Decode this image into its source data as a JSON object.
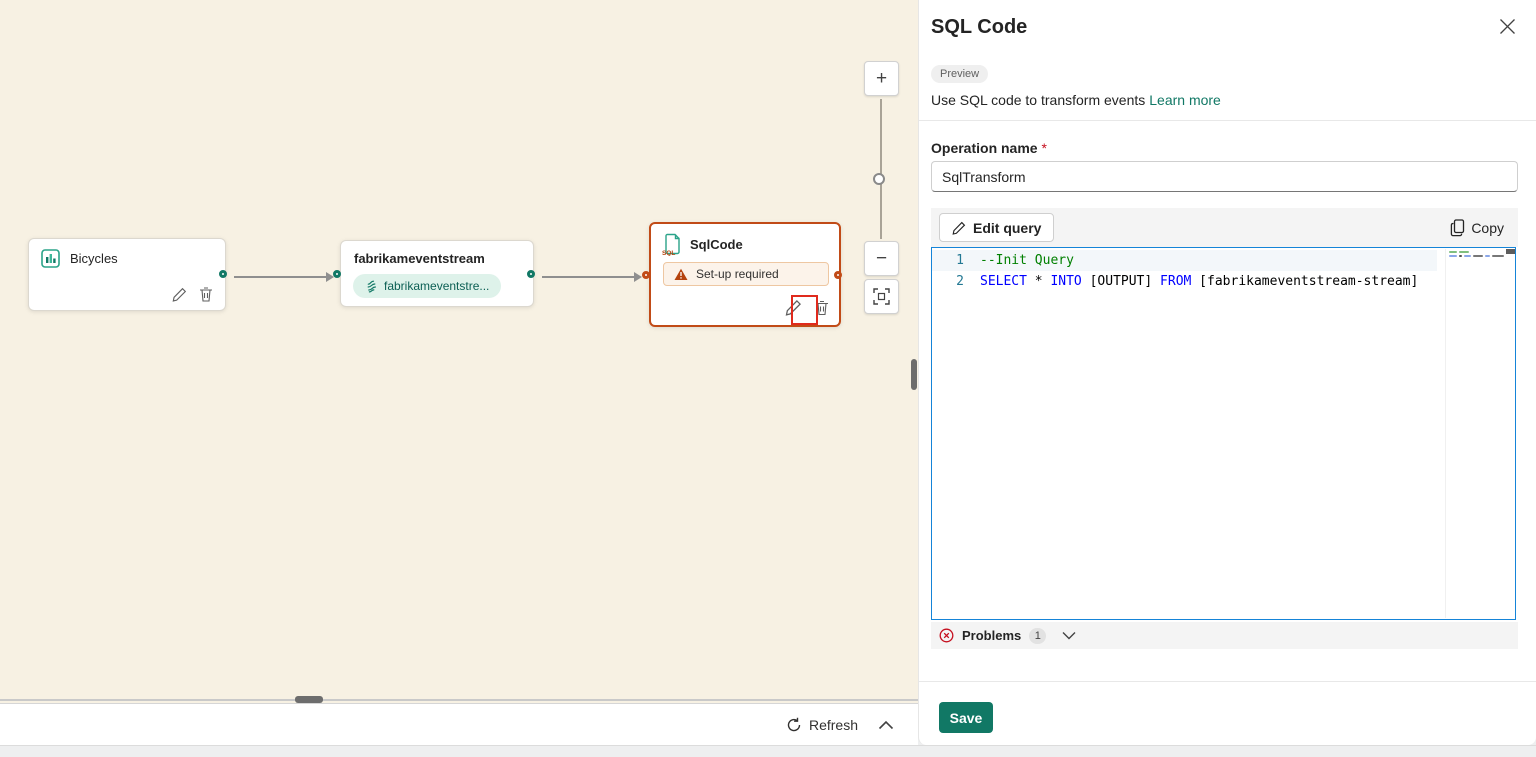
{
  "colors": {
    "canvas_bg": "#f7f1e3",
    "teal_accent": "#117865",
    "selected_node_orange": "#c14b17",
    "warning_triangle": "#b5430f",
    "editor_focus_border": "#1584d8",
    "keyword_blue": "#0000ff",
    "comment_green": "#008000",
    "error_red": "#c50f1f",
    "save_button_bg": "#117865",
    "highlight_box_red": "#e02a1d"
  },
  "canvas": {
    "nodes": {
      "bicycles": {
        "title": "Bicycles",
        "icon": "bar-chart-icon"
      },
      "eventstream": {
        "title": "fabrikameventstream",
        "badge": "fabrikameventstre...",
        "icon": "eventstream-icon"
      },
      "sqlcode": {
        "title": "SqlCode",
        "warning": "Set-up required",
        "icon": "sql-document-icon"
      }
    },
    "zoom_controls": {
      "plus": "+",
      "minus": "−"
    },
    "bottom_bar": {
      "refresh_label": "Refresh"
    }
  },
  "panel": {
    "title": "SQL Code",
    "preview_badge": "Preview",
    "description": "Use SQL code to transform events",
    "learn_more": "Learn more",
    "operation_name_label": "Operation name",
    "required_marker": "*",
    "operation_name_value": "SqlTransform",
    "edit_query_label": "Edit query",
    "copy_label": "Copy",
    "problems": {
      "label": "Problems",
      "count": "1"
    },
    "save_label": "Save",
    "editor": {
      "lines": [
        {
          "number": "1",
          "current": true,
          "tokens": [
            {
              "text": "--Init Query",
              "type": "comment"
            }
          ]
        },
        {
          "number": "2",
          "current": false,
          "tokens": [
            {
              "text": "SELECT",
              "type": "keyword"
            },
            {
              "text": " * ",
              "type": "plain"
            },
            {
              "text": "INTO",
              "type": "keyword"
            },
            {
              "text": " [OUTPUT] ",
              "type": "plain"
            },
            {
              "text": "FROM",
              "type": "keyword"
            },
            {
              "text": " [fabrikameventstream-stream]",
              "type": "plain"
            }
          ]
        }
      ]
    }
  }
}
